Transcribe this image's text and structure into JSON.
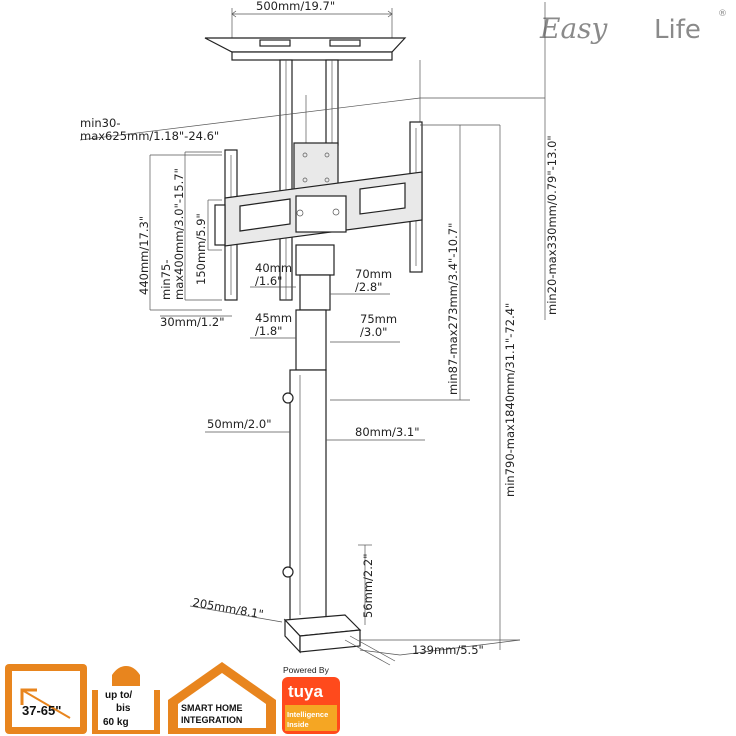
{
  "brand": {
    "logo_left": "Easy",
    "logo_right": "Life",
    "registered": "®",
    "color": "#8a8a8a"
  },
  "dimensions": {
    "top_plate_width": "500mm/19.7\"",
    "stroke_line1": "min30-",
    "stroke_line2": "max625mm/1.18\"-24.6\"",
    "bracket_height": "440mm/17.3\"",
    "vesa_v_line1": "min75-",
    "vesa_v_line2": "max400mm/3.0\"-15.7\"",
    "bracket_inner": "150mm/5.9\"",
    "bracket_depth": "30mm/1.2\"",
    "tube1_small_a": "40mm",
    "tube1_small_b": "/1.6\"",
    "tube1_large_a": "70mm",
    "tube1_large_b": "/2.8\"",
    "tube2_small_a": "45mm",
    "tube2_small_b": "/1.8\"",
    "tube2_large_a": "75mm",
    "tube2_large_b": "/3.0\"",
    "tube3_small": "50mm/2.0\"",
    "tube3_large": "80mm/3.1\"",
    "bracket_travel": "min87-max273mm/3.4\"-10.7\"",
    "top_adjust": "min20-max330mm/0.79\"-13.0\"",
    "total_height": "min790-max1840mm/31.1\"-72.4\"",
    "base_height": "56mm/2.2\"",
    "base_length": "205mm/8.1\"",
    "base_width": "139mm/5.5\""
  },
  "badges": {
    "screen": {
      "label": "37-65\"",
      "color": "#e8851e"
    },
    "weight": {
      "line1": "up to/",
      "line2": "bis",
      "line3": "60 kg",
      "color": "#e8851e"
    },
    "smarthome": {
      "line1": "SMART HOME",
      "line2": "INTEGRATION",
      "color": "#e8851e"
    },
    "tuya": {
      "powered": "Powered By",
      "brand": "tuya",
      "line1": "Intelligence",
      "line2": "Inside",
      "color": "#ff4a1c",
      "accent": "#f5a623"
    }
  }
}
